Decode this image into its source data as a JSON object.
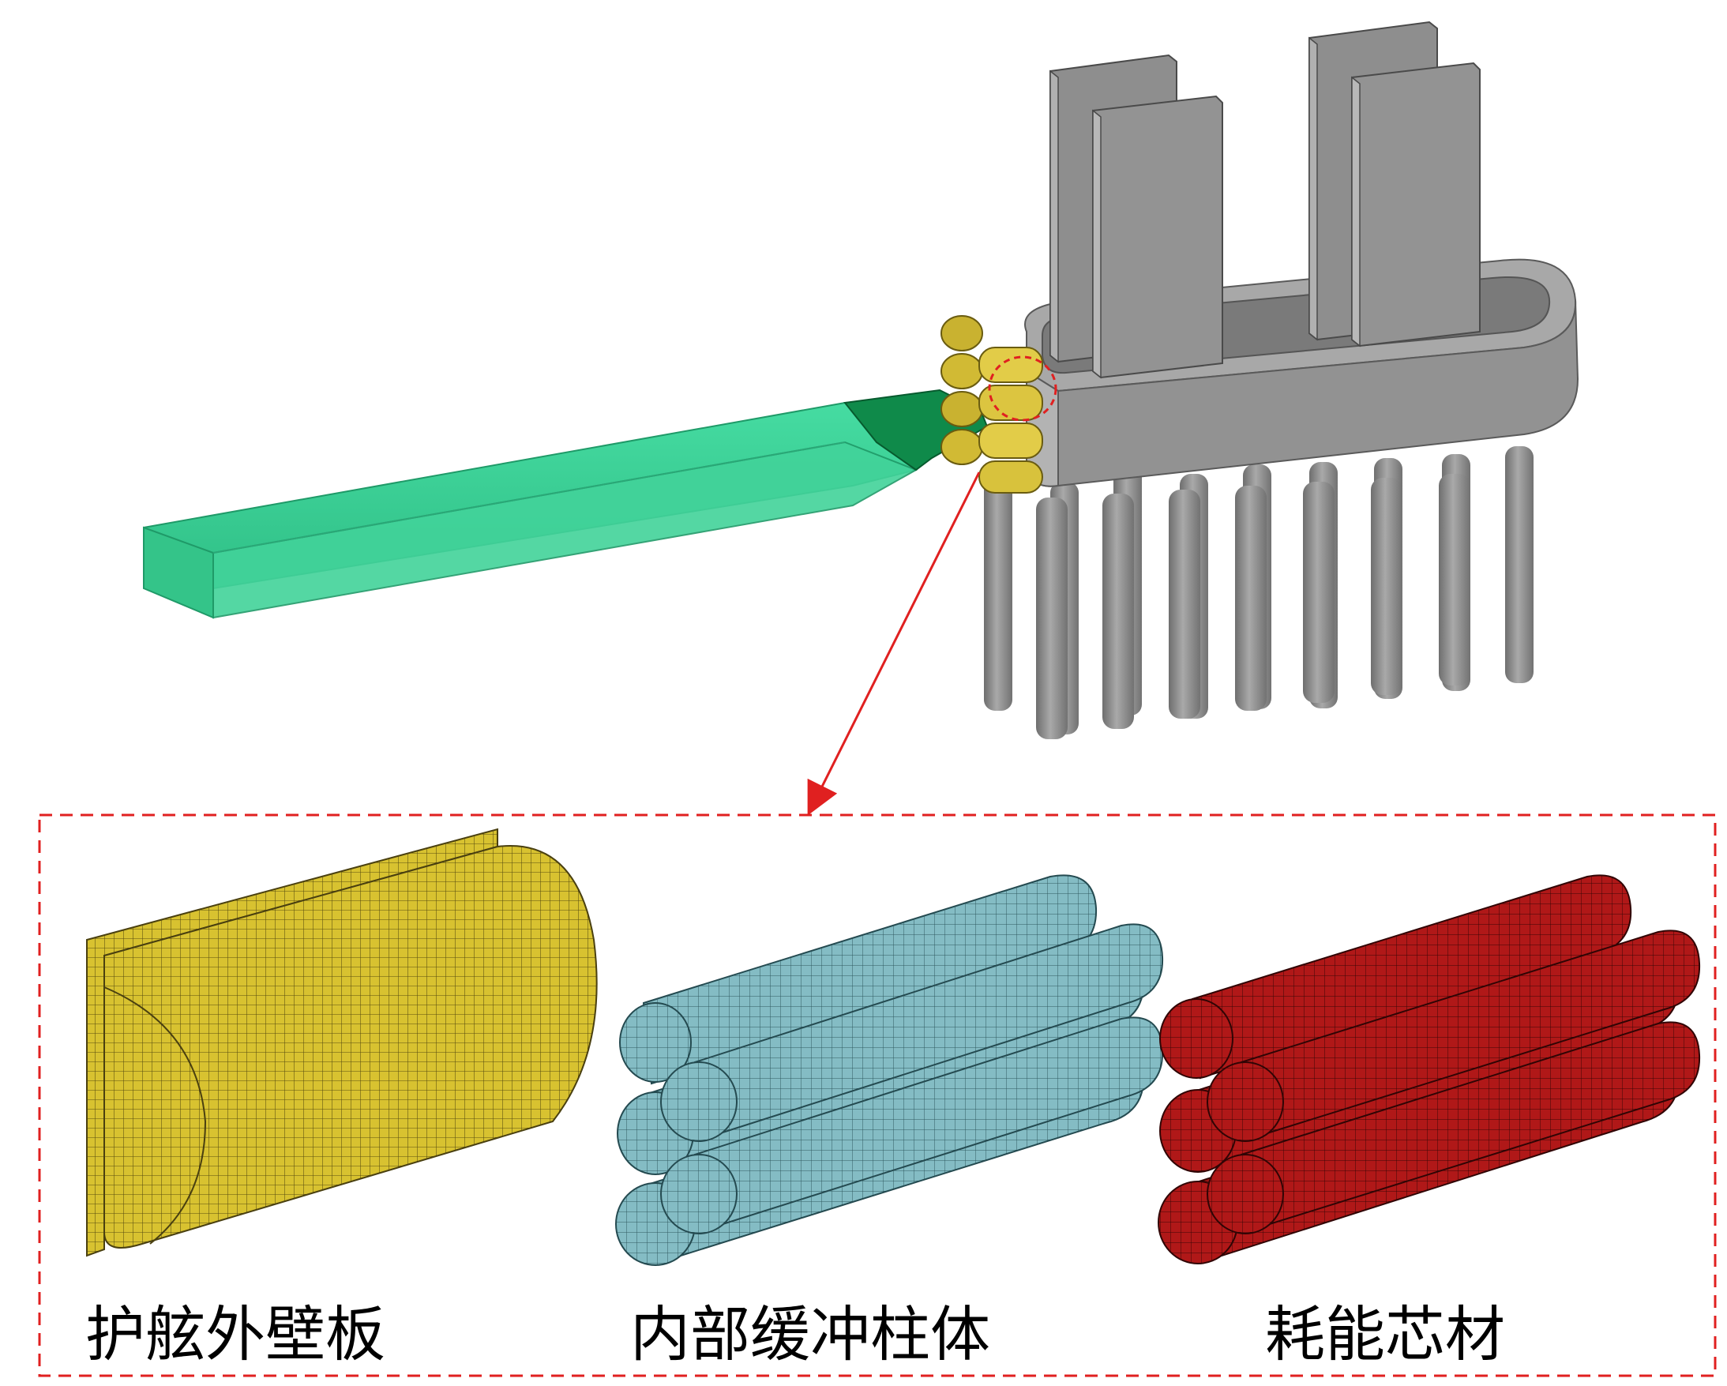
{
  "labels": {
    "fender_wall": "护舷外壁板",
    "buffer_columns": "内部缓冲柱体",
    "energy_core": "耗能芯材"
  },
  "colors": {
    "ship_hull": "#3ed69a",
    "ship_bow": "#0f8a4a",
    "pile_cap": "#8a8a8a",
    "pile_cap_light": "#a8a8a8",
    "fender_yellow": "#d8c230",
    "buffer_blue": "#84bcc4",
    "core_red": "#b01818",
    "annotation_red": "#e02020"
  },
  "icons": {
    "leader": "arrow-icon",
    "callout": "dashed-circle-icon"
  }
}
